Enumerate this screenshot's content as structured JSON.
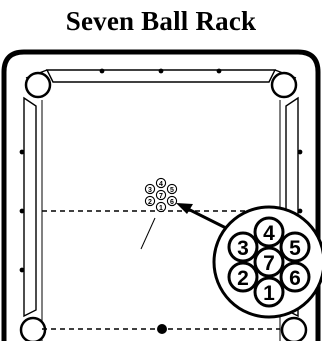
{
  "title": "Seven Ball Rack",
  "rack": {
    "center_ball": "7",
    "balls_clockwise_from_top": [
      "4",
      "5",
      "6",
      "1",
      "2",
      "3"
    ]
  }
}
